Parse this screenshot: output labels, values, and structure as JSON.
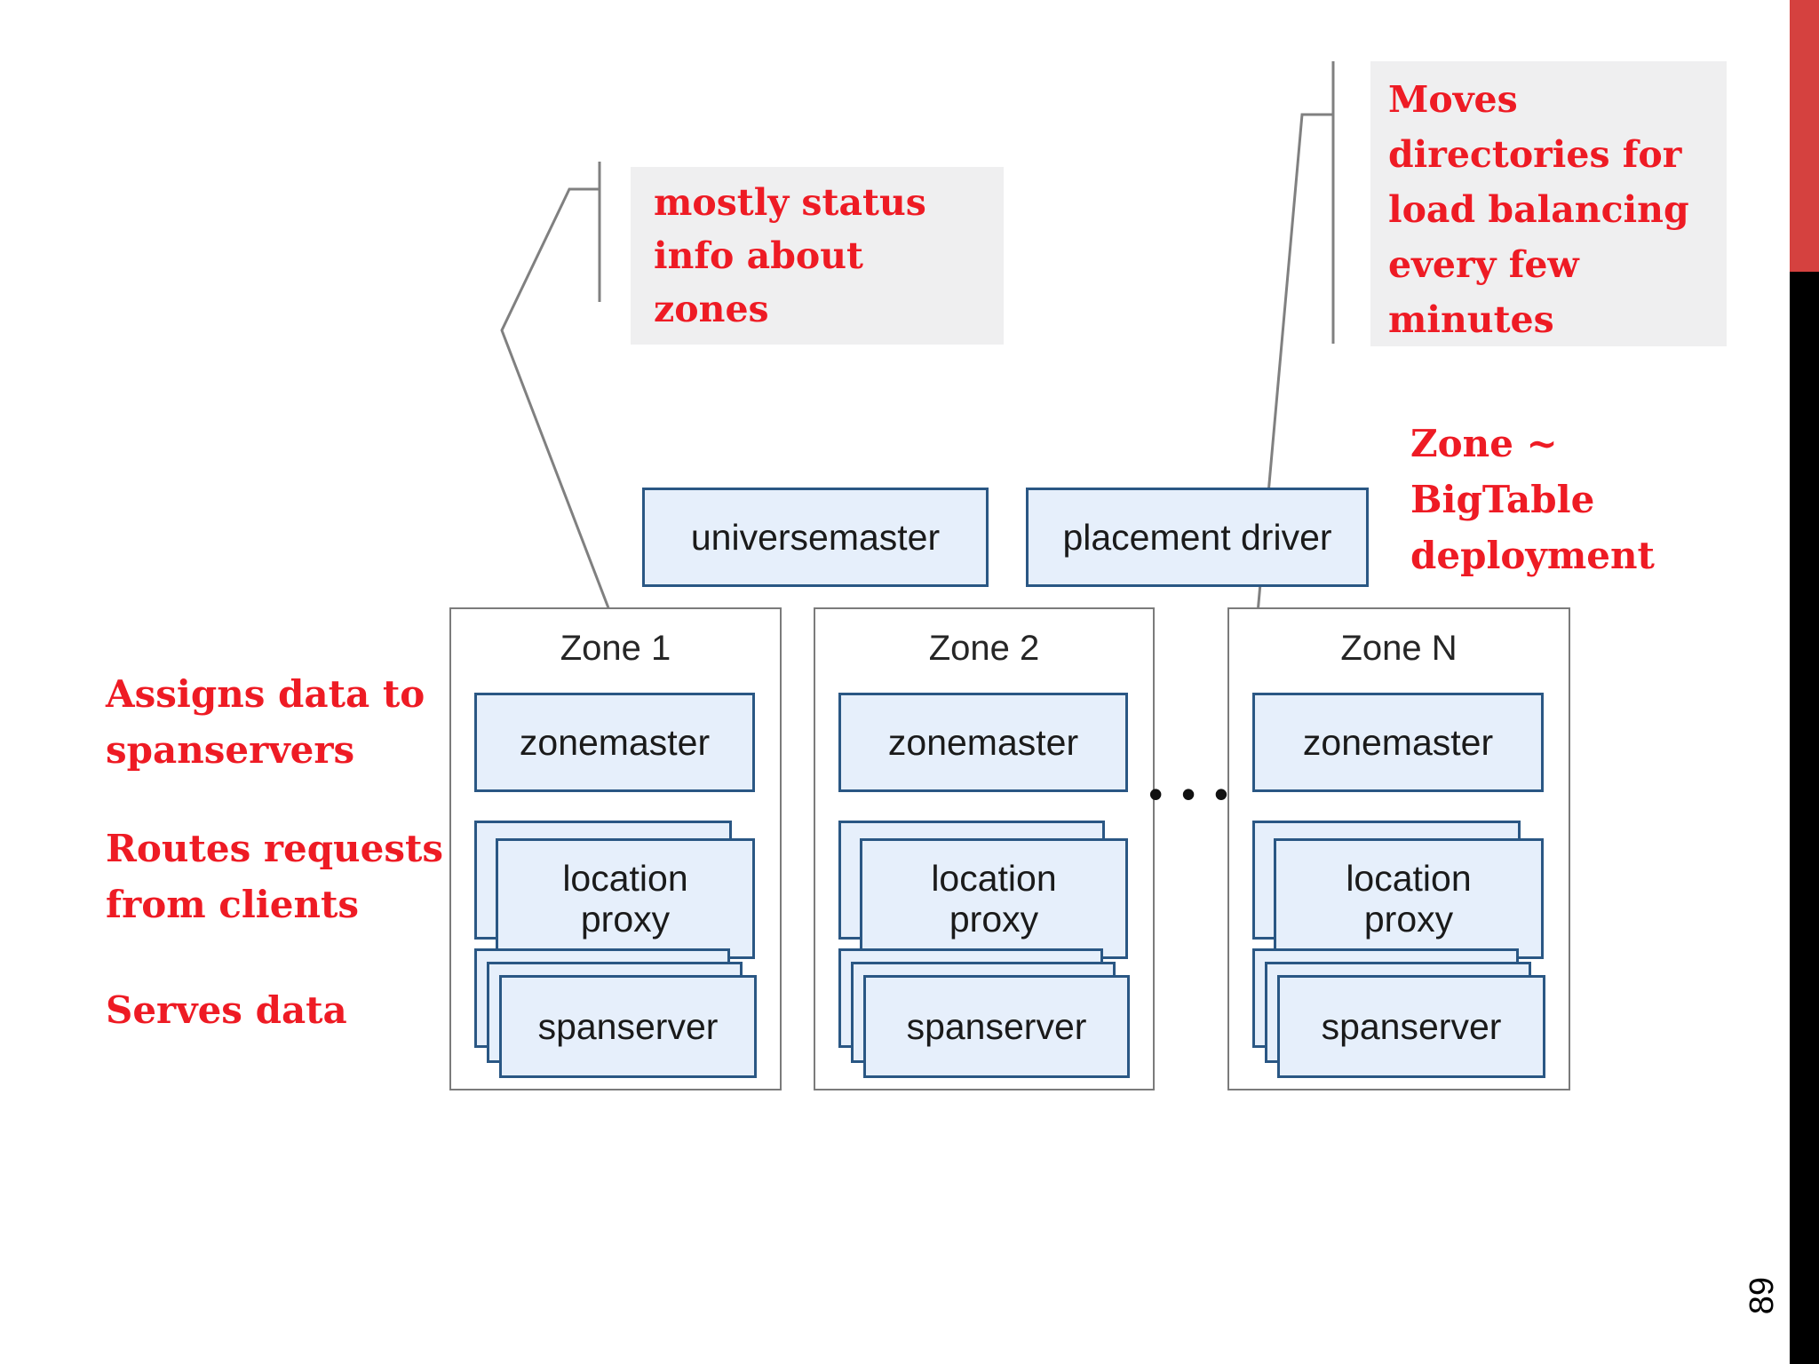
{
  "slide": {
    "page_number": "89"
  },
  "colors": {
    "red_text": "#ee1b24",
    "callout_bg": "#efeff0",
    "box_fill": "#e6effb",
    "box_border": "#2a5784",
    "zone_border": "#7b7b7b",
    "connector_line": "#808080",
    "accent_bar": "#d5413f",
    "edge_bar": "#000000",
    "diagram_text": "#1a1a1a"
  },
  "annotations": {
    "status_callout": {
      "line1": "mostly status",
      "line2": "info about",
      "line3": "zones"
    },
    "moves_callout": {
      "line1": "Moves",
      "line2": "directories for",
      "line3": "load balancing",
      "line4": "every few",
      "line5": "minutes"
    },
    "zone_note": {
      "line1": "Zone ~",
      "line2": "BigTable",
      "line3": "deployment"
    },
    "assigns_label": {
      "line1": "Assigns data to",
      "line2": "spanservers"
    },
    "routes_label": {
      "line1": "Routes requests",
      "line2": "from clients"
    },
    "serves_label": {
      "line1": "Serves data"
    }
  },
  "diagram": {
    "universemaster_label": "universemaster",
    "placement_driver_label": "placement driver",
    "ellipsis": "• • •",
    "zones": [
      {
        "title": "Zone 1",
        "master": "zonemaster",
        "proxy_line1": "location",
        "proxy_line2": "proxy",
        "server": "spanserver"
      },
      {
        "title": "Zone 2",
        "master": "zonemaster",
        "proxy_line1": "location",
        "proxy_line2": "proxy",
        "server": "spanserver"
      },
      {
        "title": "Zone N",
        "master": "zonemaster",
        "proxy_line1": "location",
        "proxy_line2": "proxy",
        "server": "spanserver"
      }
    ]
  }
}
